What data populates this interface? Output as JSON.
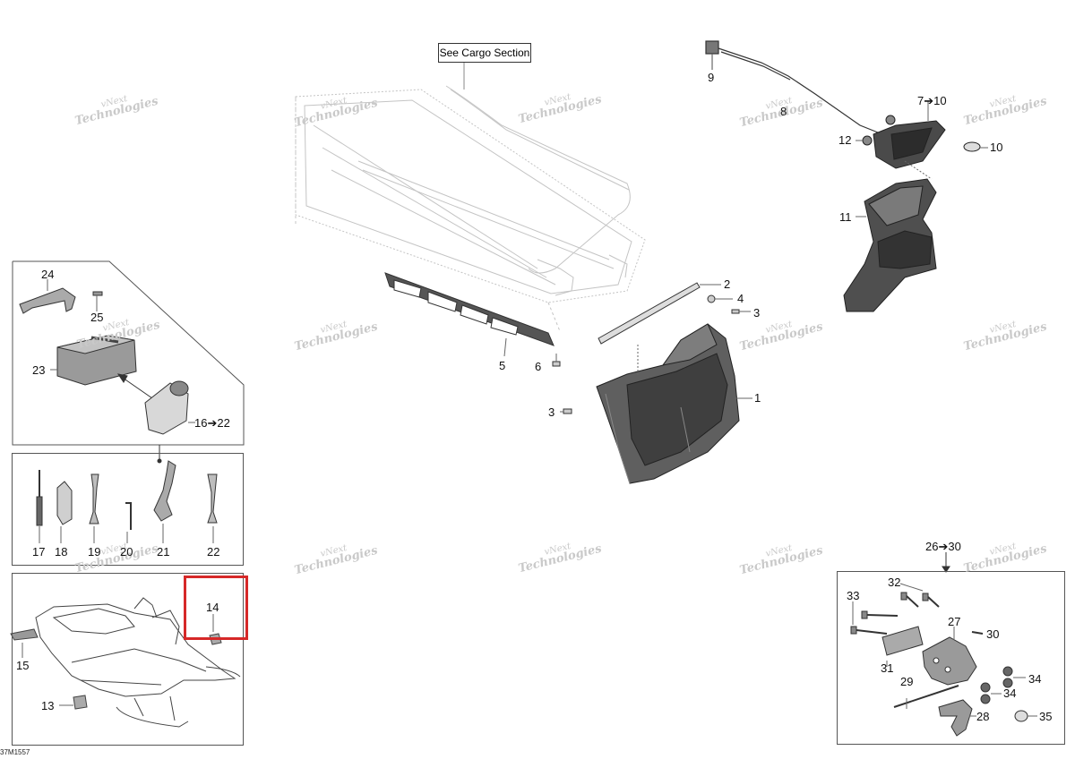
{
  "cargo_label": "See Cargo Section",
  "ref_code": "37M1557",
  "watermark": {
    "line1": "vNext",
    "line2": "Technologies"
  },
  "highlight_color": "#d62828",
  "callouts": [
    {
      "id": "9",
      "text": "9"
    },
    {
      "id": "8",
      "text": "8"
    },
    {
      "id": "7to10",
      "text": "7➔10"
    },
    {
      "id": "12",
      "text": "12"
    },
    {
      "id": "10",
      "text": "10"
    },
    {
      "id": "11",
      "text": "11"
    },
    {
      "id": "2",
      "text": "2"
    },
    {
      "id": "4",
      "text": "4"
    },
    {
      "id": "3a",
      "text": "3"
    },
    {
      "id": "5",
      "text": "5"
    },
    {
      "id": "6",
      "text": "6"
    },
    {
      "id": "1",
      "text": "1"
    },
    {
      "id": "3b",
      "text": "3"
    },
    {
      "id": "24",
      "text": "24"
    },
    {
      "id": "25",
      "text": "25"
    },
    {
      "id": "23",
      "text": "23"
    },
    {
      "id": "16to22",
      "text": "16➔22"
    },
    {
      "id": "17",
      "text": "17"
    },
    {
      "id": "18",
      "text": "18"
    },
    {
      "id": "19",
      "text": "19"
    },
    {
      "id": "20",
      "text": "20"
    },
    {
      "id": "21",
      "text": "21"
    },
    {
      "id": "22",
      "text": "22"
    },
    {
      "id": "14",
      "text": "14"
    },
    {
      "id": "15",
      "text": "15"
    },
    {
      "id": "13",
      "text": "13"
    },
    {
      "id": "26to30",
      "text": "26➔30"
    },
    {
      "id": "33",
      "text": "33"
    },
    {
      "id": "32",
      "text": "32"
    },
    {
      "id": "27",
      "text": "27"
    },
    {
      "id": "30",
      "text": "30"
    },
    {
      "id": "31",
      "text": "31"
    },
    {
      "id": "34a",
      "text": "34"
    },
    {
      "id": "34b",
      "text": "34"
    },
    {
      "id": "29",
      "text": "29"
    },
    {
      "id": "28",
      "text": "28"
    },
    {
      "id": "35",
      "text": "35"
    }
  ]
}
